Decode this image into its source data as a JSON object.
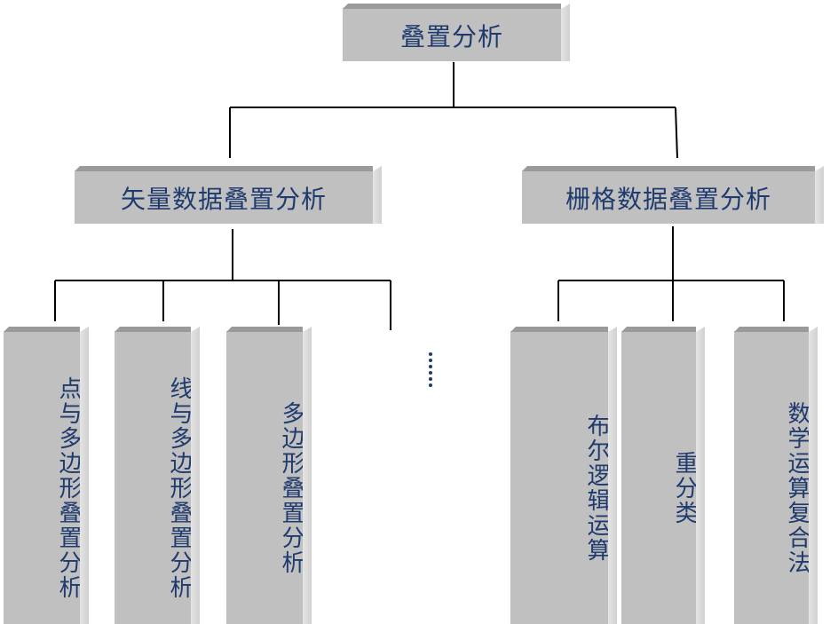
{
  "root": {
    "label": "叠置分析"
  },
  "vector": {
    "label": "矢量数据叠置分析",
    "children": [
      "点与多边形叠置分析",
      "线与多边形叠置分析",
      "多边形叠置分析"
    ],
    "ellipsis": "⋮"
  },
  "raster": {
    "label": "栅格数据叠置分析",
    "children": [
      "布尔逻辑运算",
      "重分类",
      "数学运算复合法"
    ]
  },
  "colors": {
    "box": "#c0c0c0",
    "text": "#1f3a6e",
    "line": "#000000"
  }
}
